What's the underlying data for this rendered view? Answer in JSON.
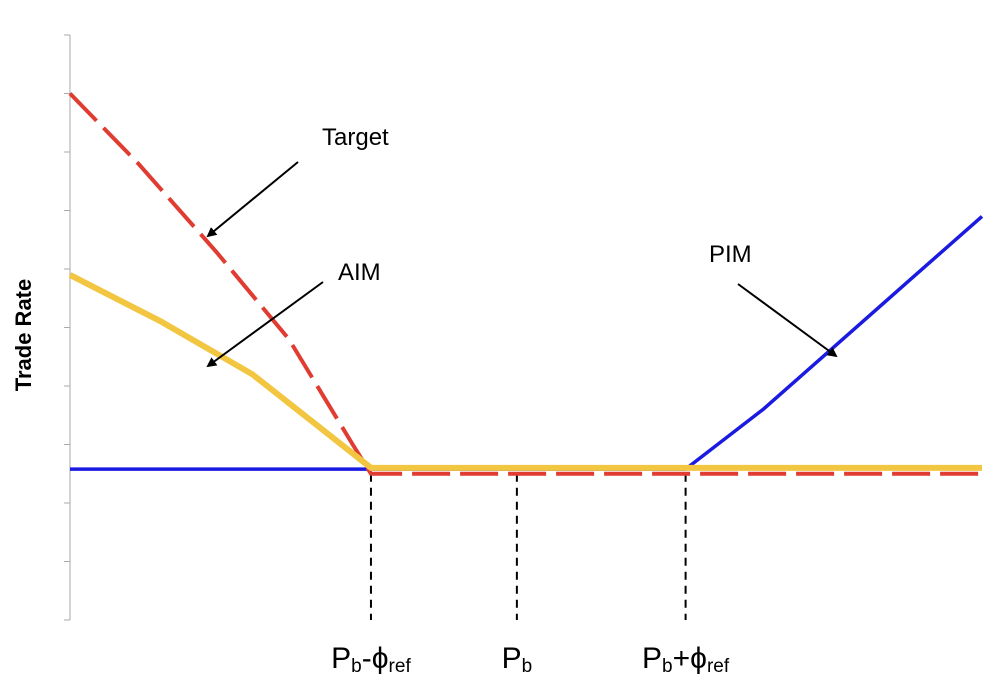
{
  "chart_data": {
    "type": "line",
    "title": "",
    "xlabel": "",
    "ylabel": "Trade Rate",
    "grid": false,
    "legend": "none",
    "xlim": [
      0,
      1
    ],
    "ylim": [
      0,
      1
    ],
    "x_ticks": [
      {
        "x": 0.33,
        "base": "P",
        "sub1": "b",
        "mid": "-ϕ",
        "sub2": "ref"
      },
      {
        "x": 0.49,
        "base": "P",
        "sub1": "b",
        "mid": "",
        "sub2": ""
      },
      {
        "x": 0.675,
        "base": "P",
        "sub1": "b",
        "mid": "+ϕ",
        "sub2": "ref"
      }
    ],
    "series": [
      {
        "name": "Target",
        "color": "#e03c31",
        "style": "dashed",
        "x": [
          0,
          0.075,
          0.16,
          0.24,
          0.31,
          0.33,
          1
        ],
        "y": [
          0.9,
          0.78,
          0.63,
          0.48,
          0.3,
          0.25,
          0.25
        ]
      },
      {
        "name": "AIM",
        "color": "#f2c640",
        "style": "solid",
        "x": [
          0,
          0.1,
          0.2,
          0.33,
          1
        ],
        "y": [
          0.59,
          0.51,
          0.42,
          0.26,
          0.26
        ]
      },
      {
        "name": "PIM",
        "color": "#1a1ae0",
        "style": "solid",
        "x": [
          0,
          0.675,
          0.76,
          0.84,
          0.92,
          1
        ],
        "y": [
          0.258,
          0.258,
          0.36,
          0.47,
          0.58,
          0.69
        ]
      }
    ],
    "annotations": [
      {
        "text": "Target",
        "points_to": "Target"
      },
      {
        "text": "AIM",
        "points_to": "AIM"
      },
      {
        "text": "PIM",
        "points_to": "PIM"
      }
    ]
  }
}
